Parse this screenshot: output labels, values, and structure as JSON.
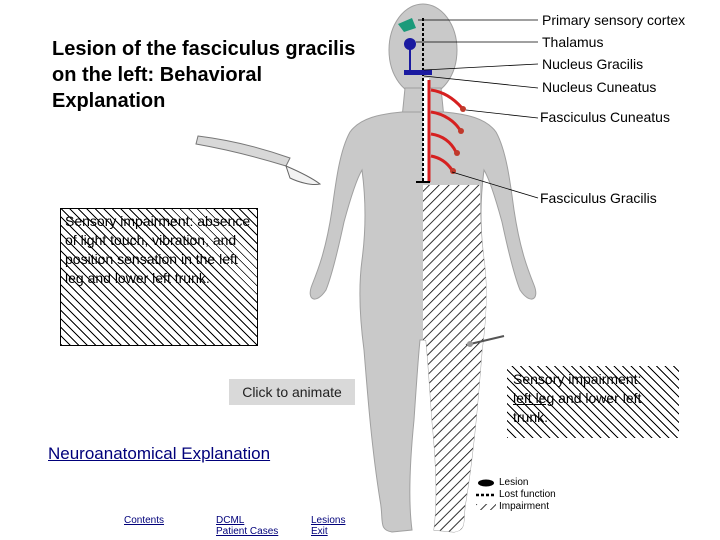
{
  "title": "Lesion of the fasciculus gracilis on the left: Behavioral Explanation",
  "labels": {
    "cortex": "Primary sensory cortex",
    "thalamus": "Thalamus",
    "nucleus_gracilis": "Nucleus Gracilis",
    "nucleus_cuneatus": "Nucleus Cuneatus",
    "fasciculus_cuneatus": "Fasciculus Cuneatus",
    "fasciculus_gracilis": "Fasciculus Gracilis"
  },
  "impairment_left": {
    "text": "Sensory impairment: absence of light touch, vibration, and position sensation in the left leg and lower left trunk."
  },
  "impairment_right": {
    "line1": "Sensory impairment:",
    "underlined": "left leg",
    "rest": " and lower left trunk."
  },
  "animate_button": "Click to animate",
  "neuro_link": "Neuroanatomical Explanation",
  "nav": {
    "contents": "Contents",
    "dcml_line1": "DCML",
    "dcml_line2": "Patient Cases",
    "lesions_line1": "Lesions",
    "lesions_line2": "Exit"
  },
  "legend": {
    "lesion": "Lesion",
    "lost_function": "Lost function",
    "impairment": "Impairment"
  },
  "colors": {
    "gracilis_pathway": "#d62020",
    "cuneatus_pathway": "#1a1aa0",
    "cortex_marker": "#1a9a7a",
    "link": "#00007a",
    "body": "#c8c8c8"
  }
}
